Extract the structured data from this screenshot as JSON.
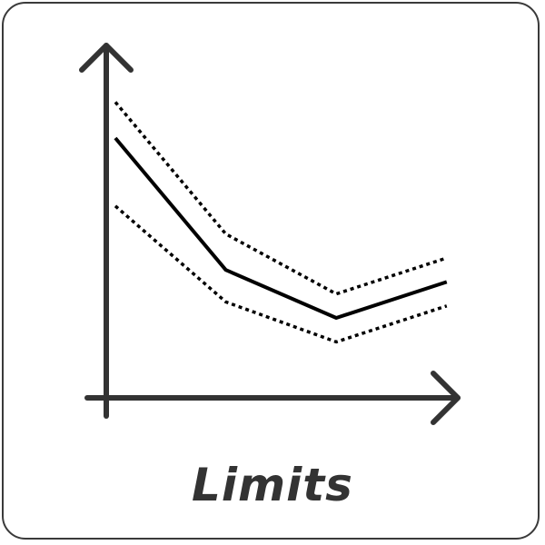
{
  "caption": "Limits",
  "colors": {
    "border": "#3a3a3a",
    "axes": "#333333",
    "line": "#000000",
    "text": "#333333"
  },
  "chart_data": {
    "type": "line",
    "grid": false,
    "series": [
      {
        "style": "solid",
        "values": [
          [
            0,
            3.25
          ],
          [
            1,
            1.6
          ],
          [
            2,
            1.0
          ],
          [
            3,
            1.45
          ]
        ]
      },
      {
        "style": "dotted",
        "values": [
          [
            0,
            3.7
          ],
          [
            1,
            2.05
          ],
          [
            2,
            1.3
          ],
          [
            3,
            1.75
          ]
        ]
      },
      {
        "style": "dotted",
        "values": [
          [
            0,
            2.4
          ],
          [
            1,
            1.2
          ],
          [
            2,
            0.7
          ],
          [
            3,
            1.15
          ]
        ]
      }
    ]
  }
}
